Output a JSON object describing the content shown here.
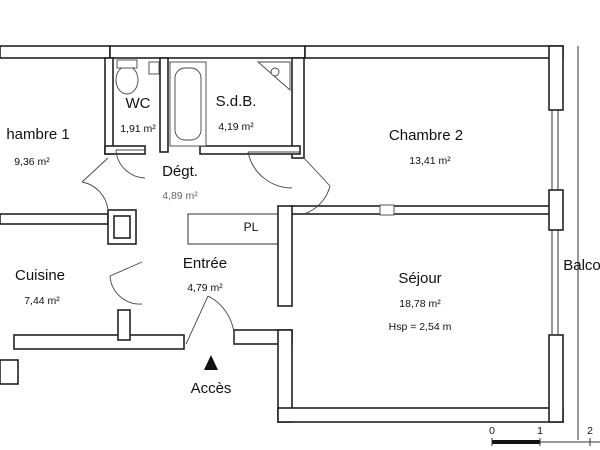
{
  "rooms": [
    {
      "key": "chambre1",
      "name": "hambre 1",
      "area": "9,36 m²"
    },
    {
      "key": "wc",
      "name": "WC",
      "area": "1,91 m²"
    },
    {
      "key": "sdb",
      "name": "S.d.B.",
      "area": "4,19 m²"
    },
    {
      "key": "chambre2",
      "name": "Chambre 2",
      "area": "13,41 m²"
    },
    {
      "key": "degt",
      "name": "Dégt.",
      "area": "4,89 m²"
    },
    {
      "key": "cuisine",
      "name": "Cuisine",
      "area": "7,44 m²"
    },
    {
      "key": "entree",
      "name": "Entrée",
      "area": "4,79 m²"
    },
    {
      "key": "sejour",
      "name": "Séjour",
      "area": "18,78 m²",
      "extra": "Hsp = 2,54 m"
    },
    {
      "key": "balcon",
      "name": "Balco"
    }
  ],
  "pl_label": "PL",
  "access_label": "Accès",
  "scale": {
    "ticks": [
      "0",
      "1",
      "2"
    ]
  }
}
